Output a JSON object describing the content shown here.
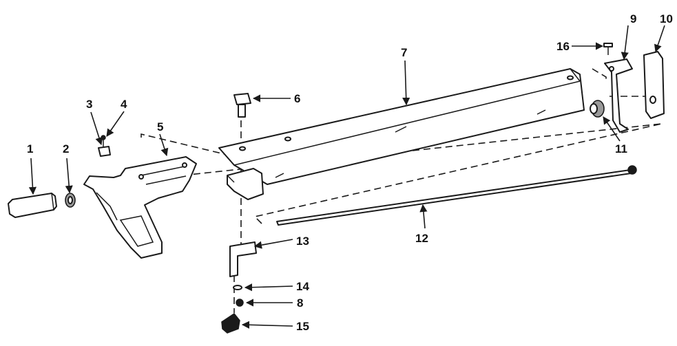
{
  "callouts": [
    {
      "id": "c1",
      "text": "1"
    },
    {
      "id": "c2",
      "text": "2"
    },
    {
      "id": "c3",
      "text": "3"
    },
    {
      "id": "c4",
      "text": "4"
    },
    {
      "id": "c5",
      "text": "5"
    },
    {
      "id": "c6",
      "text": "6"
    },
    {
      "id": "c7",
      "text": "7"
    },
    {
      "id": "c8",
      "text": "8"
    },
    {
      "id": "c9",
      "text": "9"
    },
    {
      "id": "c10",
      "text": "10"
    },
    {
      "id": "c11",
      "text": "11"
    },
    {
      "id": "c12",
      "text": "12"
    },
    {
      "id": "c13",
      "text": "13"
    },
    {
      "id": "c14",
      "text": "14"
    },
    {
      "id": "c15",
      "text": "15"
    },
    {
      "id": "c16",
      "text": "16"
    }
  ],
  "colors": {
    "ink": "#1a1a1a",
    "paper": "#ffffff",
    "shade": "#9a9a9a"
  }
}
